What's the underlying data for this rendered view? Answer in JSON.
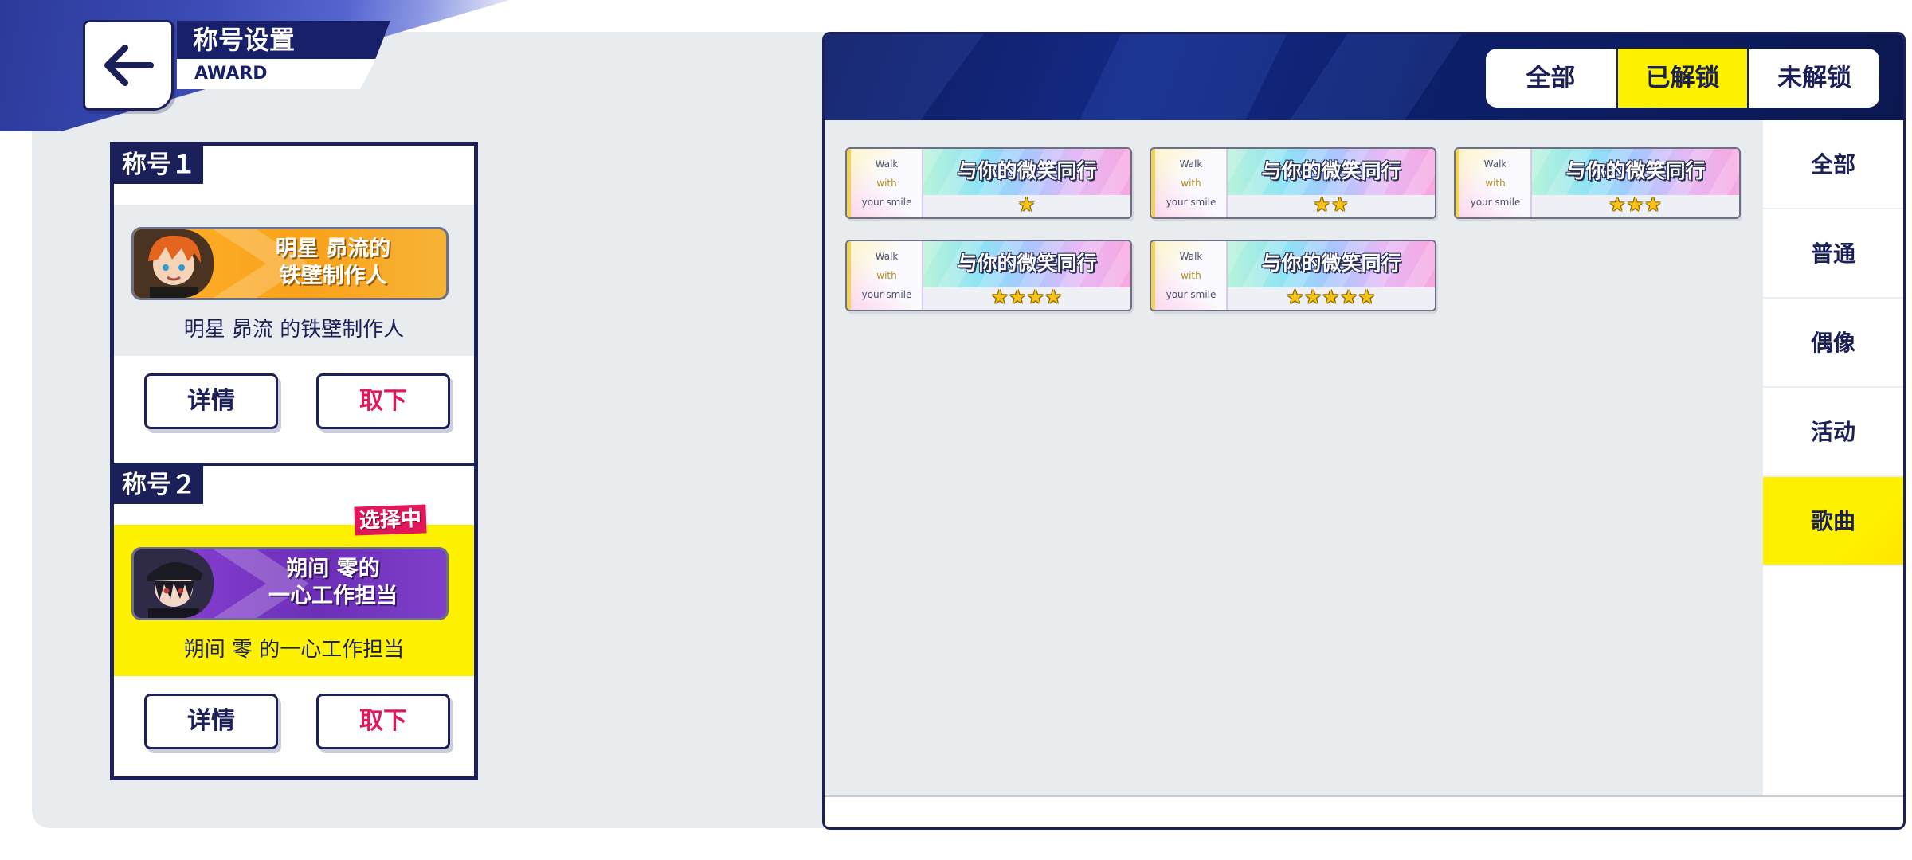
{
  "header": {
    "title": "称号设置",
    "subtitle": "AWARD"
  },
  "slots": [
    {
      "label": "称号１",
      "badge_lines": [
        "明星 昴流的",
        "铁壁制作人"
      ],
      "caption": "明星 昴流 的铁壁制作人",
      "detail_label": "详情",
      "remove_label": "取下",
      "selected_tag": ""
    },
    {
      "label": "称号２",
      "badge_lines": [
        "朔间 零的",
        "一心工作担当"
      ],
      "caption": "朔间 零 的一心工作担当",
      "detail_label": "详情",
      "remove_label": "取下",
      "selected_tag": "选择中"
    }
  ],
  "filter_tabs": [
    {
      "label": "全部",
      "active": false
    },
    {
      "label": "已解锁",
      "active": true
    },
    {
      "label": "未解锁",
      "active": false
    }
  ],
  "categories": [
    {
      "label": "全部",
      "active": false
    },
    {
      "label": "普通",
      "active": false
    },
    {
      "label": "偶像",
      "active": false
    },
    {
      "label": "活动",
      "active": false
    },
    {
      "label": "歌曲",
      "active": true
    }
  ],
  "cards": [
    {
      "jacket": [
        "Walk",
        "with",
        "your smile"
      ],
      "title": "与你的微笑同行",
      "stars": 1
    },
    {
      "jacket": [
        "Walk",
        "with",
        "your smile"
      ],
      "title": "与你的微笑同行",
      "stars": 2
    },
    {
      "jacket": [
        "Walk",
        "with",
        "your smile"
      ],
      "title": "与你的微笑同行",
      "stars": 3
    },
    {
      "jacket": [
        "Walk",
        "with",
        "your smile"
      ],
      "title": "与你的微笑同行",
      "stars": 4
    },
    {
      "jacket": [
        "Walk",
        "with",
        "your smile"
      ],
      "title": "与你的微笑同行",
      "stars": 5
    }
  ],
  "colors": {
    "navy": "#1b2158",
    "highlight_yellow": "#fff200",
    "remove_red": "#e0185a"
  },
  "icons": {
    "back": "arrow-left-icon",
    "star": "star-icon"
  }
}
